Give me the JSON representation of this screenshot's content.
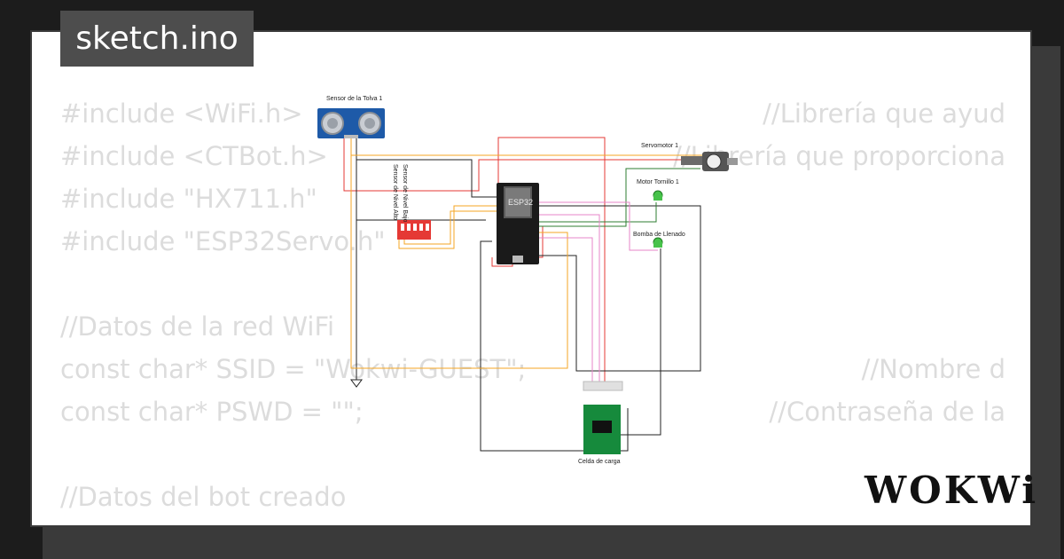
{
  "title": "sketch.ino",
  "brand": "WOKWi",
  "code_lines": [
    {
      "left": "#include <WiFi.h>",
      "right": "//Librería que ayud"
    },
    {
      "left": "#include <CTBot.h>",
      "right": "//Librería que proporciona"
    },
    {
      "left": "#include \"HX711.h\"",
      "right": ""
    },
    {
      "left": "#include \"ESP32Servo.h\"",
      "right": ""
    },
    {
      "left": "",
      "right": ""
    },
    {
      "left": "//Datos de la red WiFi",
      "right": ""
    },
    {
      "left": "const char* SSID = \"Wokwi-GUEST\";",
      "right": "//Nombre d"
    },
    {
      "left": "const char* PSWD = \"\";",
      "right": "//Contraseña de la"
    },
    {
      "left": "",
      "right": ""
    },
    {
      "left": "//Datos del bot creado",
      "right": ""
    }
  ],
  "components": {
    "ultrasonic": "Sensor de la Tolva 1",
    "servo": "Servomotor 1",
    "led_motor": "Motor Tornillo 1",
    "led_pump": "Bomba de Llenado",
    "sensor_low": "Sensor de Nivel Bajo",
    "sensor_high": "Sensor de Nivel Alto",
    "load_cell": "Celda de carga",
    "mcu": "ESP32"
  },
  "colors": {
    "background": "#1c1c1c",
    "card": "#ffffff",
    "code_text": "#dcdcdc",
    "tab": "#4d4d4d",
    "wire_red": "#e53935",
    "wire_black": "#222222",
    "wire_orange": "#f5a623",
    "wire_green": "#2e7d32",
    "wire_pink": "#e786c8",
    "board": "#1a1a1a",
    "hx711": "#168a3c"
  }
}
